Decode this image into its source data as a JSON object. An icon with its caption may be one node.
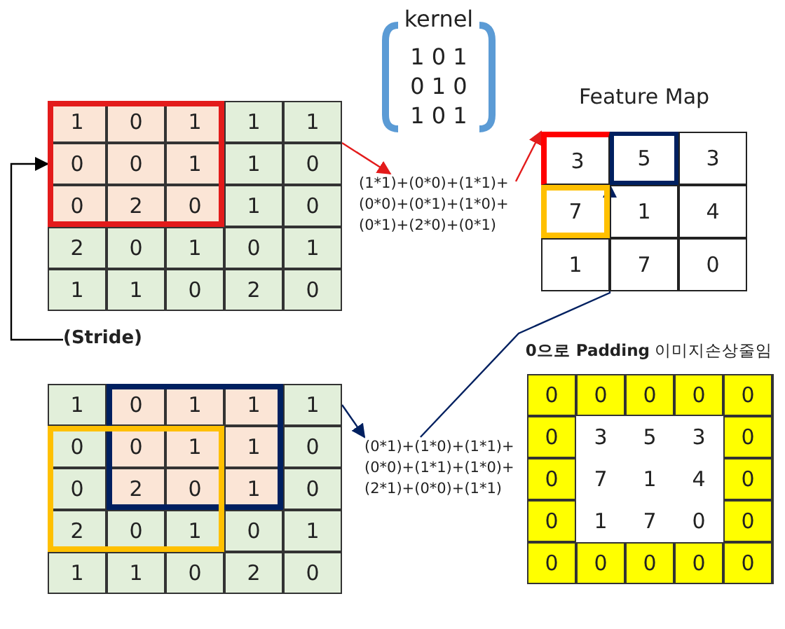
{
  "diagram": {
    "nodes": [
      {
        "text": [
          "1",
          "0",
          "1",
          "1",
          "1",
          "0",
          "0",
          "1",
          "1",
          "0",
          "0",
          "2",
          "0",
          "1",
          "0",
          "2",
          "0",
          "1",
          "0",
          "1",
          "1",
          "1",
          "0",
          "2",
          "0"
        ]
      },
      {
        "text": [
          "1",
          "0",
          "1",
          "1",
          "1",
          "0",
          "0",
          "1",
          "1",
          "0",
          "0",
          "2",
          "0",
          "1",
          "0",
          "2",
          "0",
          "1",
          "0",
          "1",
          "1",
          "1",
          "0",
          "2",
          "0"
        ]
      },
      {
        "text": [
          "kernel",
          "1 0 1",
          "0 1 0",
          "1 0 1"
        ]
      },
      {
        "text": [
          "(1*1)+(0*0)+(1*1)+",
          "(0*0)+(0*1)+(1*0)+",
          "(0*1)+(2*0)+(0*1)"
        ]
      },
      {
        "text": [
          "Feature Map"
        ]
      },
      {
        "text": [
          "3"
        ],
        "in": 4
      },
      {
        "text": [
          "5"
        ],
        "in": 4
      },
      {
        "text": [
          "3"
        ],
        "in": 4
      },
      {
        "text": [
          "7"
        ],
        "in": 4
      },
      {
        "text": [
          "1"
        ],
        "in": 4
      },
      {
        "text": [
          "4"
        ],
        "in": 4
      },
      {
        "text": [
          "1"
        ],
        "in": 4
      },
      {
        "text": [
          "7"
        ],
        "in": 4
      },
      {
        "text": [
          "0"
        ],
        "in": 4
      },
      {
        "text": [
          "(0*1)+(1*0)+(1*1)+",
          "(0*0)+(1*1)+(1*0)+",
          "(2*1)+(0*0)+(1*1)"
        ]
      },
      {
        "text": [
          "(Stride)"
        ]
      },
      {
        "text": [
          "**0으로 Padding** 이미지손상줄임",
          "0",
          "0",
          "0",
          "0",
          "0",
          "0",
          "3",
          "5",
          "3",
          "0",
          "0",
          "7",
          "1",
          "4",
          "0",
          "0",
          "1",
          "7",
          "0",
          "0",
          "0",
          "0",
          "0",
          "0",
          "0"
        ]
      }
    ],
    "edges": [
      {
        "from": 0,
        "to": 3,
        "arrow": "to",
        "color": "#e31b1b"
      },
      {
        "from": 3,
        "to": 5,
        "arrow": "to",
        "color": "#e31b1b"
      },
      {
        "from": 1,
        "to": 14,
        "arrow": "to",
        "color": "#002060"
      },
      {
        "from": 14,
        "to": 6,
        "arrow": "to",
        "color": "#002060"
      },
      {
        "from": 15,
        "to": 0,
        "arrow": "to",
        "color": "#000000"
      }
    ]
  }
}
